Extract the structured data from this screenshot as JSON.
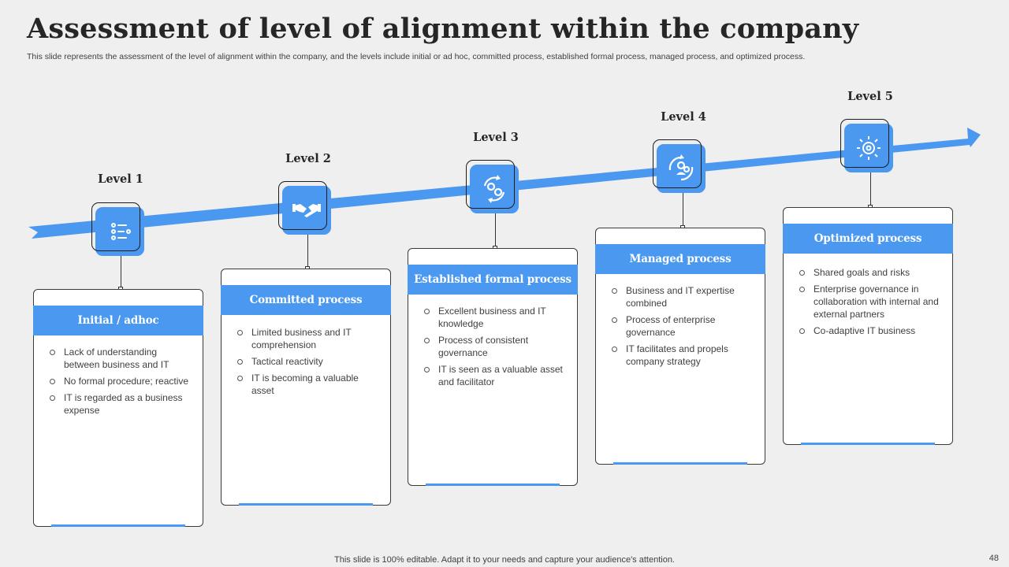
{
  "slide": {
    "title": "Assessment of level of alignment within the company",
    "subtitle": "This slide represents the assessment of the level of alignment within the company, and the levels include initial or ad hoc, committed process, established formal process, managed process, and optimized process.",
    "footer": "This slide is 100% editable. Adapt it to your needs and capture your audience's attention.",
    "page_number": "48"
  },
  "colors": {
    "accent": "#4a98f0",
    "background": "#efefef",
    "card": "#ffffff"
  },
  "levels": [
    {
      "label": "Level 1",
      "icon": "checklist-icon",
      "heading": "Initial / adhoc",
      "items": [
        "Lack of understanding between business and IT",
        "No formal procedure; reactive",
        "IT is regarded as a business expense"
      ]
    },
    {
      "label": "Level 2",
      "icon": "handshake-icon",
      "heading": "Committed process",
      "items": [
        "Limited business and IT comprehension",
        "Tactical reactivity",
        "IT is becoming a valuable asset"
      ]
    },
    {
      "label": "Level 3",
      "icon": "gears-cycle-icon",
      "heading": "Established formal process",
      "items": [
        "Excellent business and IT knowledge",
        "Process of consistent governance",
        "IT is seen as a valuable asset and facilitator"
      ]
    },
    {
      "label": "Level 4",
      "icon": "team-gears-icon",
      "heading": "Managed process",
      "items": [
        "Business and IT expertise combined",
        "Process of enterprise governance",
        "IT facilitates and propels company strategy"
      ]
    },
    {
      "label": "Level 5",
      "icon": "network-gear-icon",
      "heading": "Optimized process",
      "items": [
        "Shared goals and risks",
        "Enterprise governance in collaboration with internal and external partners",
        "Co-adaptive IT business"
      ]
    }
  ]
}
